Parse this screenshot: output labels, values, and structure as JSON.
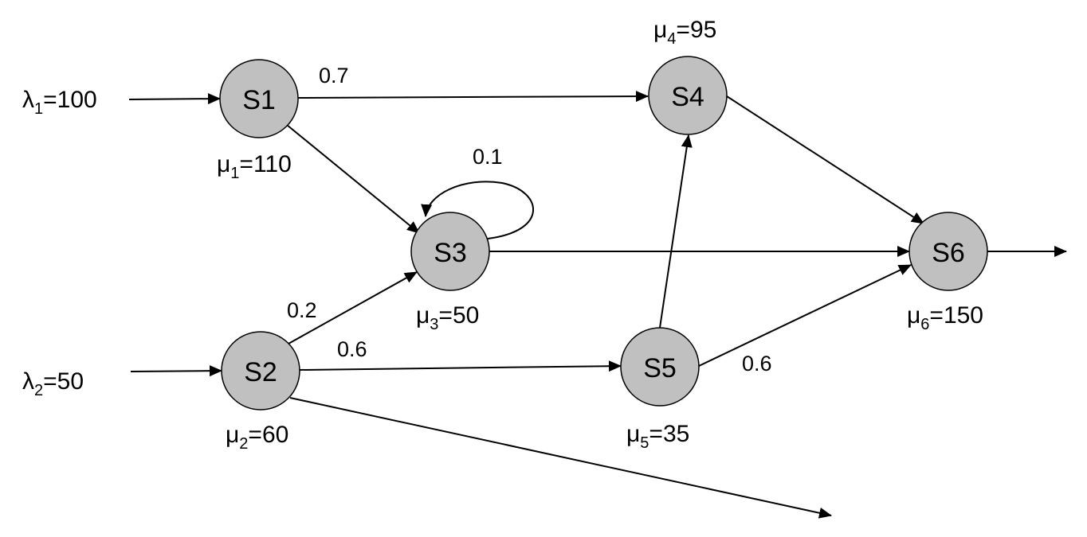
{
  "diagram": {
    "title": "Queueing network",
    "nodes": [
      {
        "id": "S1",
        "label": "S1",
        "service_symbol": "μ",
        "service_index": "1",
        "service_value": "=110"
      },
      {
        "id": "S2",
        "label": "S2",
        "service_symbol": "μ",
        "service_index": "2",
        "service_value": "=60"
      },
      {
        "id": "S3",
        "label": "S3",
        "service_symbol": "μ",
        "service_index": "3",
        "service_value": "=50"
      },
      {
        "id": "S4",
        "label": "S4",
        "service_symbol": "μ",
        "service_index": "4",
        "service_value": "=95"
      },
      {
        "id": "S5",
        "label": "S5",
        "service_symbol": "μ",
        "service_index": "5",
        "service_value": "=35"
      },
      {
        "id": "S6",
        "label": "S6",
        "service_symbol": "μ",
        "service_index": "6",
        "service_value": "=150"
      }
    ],
    "arrivals": [
      {
        "to": "S1",
        "symbol": "λ",
        "index": "1",
        "value": "=100"
      },
      {
        "to": "S2",
        "symbol": "λ",
        "index": "2",
        "value": "=50"
      }
    ],
    "edges": [
      {
        "from": "S1",
        "to": "S4",
        "label": "0.7"
      },
      {
        "from": "S1",
        "to": "S3",
        "label": ""
      },
      {
        "from": "S3",
        "to": "S3",
        "label": "0.1"
      },
      {
        "from": "S3",
        "to": "S6",
        "label": ""
      },
      {
        "from": "S2",
        "to": "S3",
        "label": "0.2"
      },
      {
        "from": "S2",
        "to": "S5",
        "label": "0.6"
      },
      {
        "from": "S2",
        "to": "exit",
        "label": ""
      },
      {
        "from": "S5",
        "to": "S4",
        "label": ""
      },
      {
        "from": "S5",
        "to": "S6",
        "label": "0.6"
      },
      {
        "from": "S4",
        "to": "S6",
        "label": ""
      },
      {
        "from": "S6",
        "to": "exit",
        "label": ""
      }
    ],
    "colors": {
      "node_fill": "#c0c0c0",
      "stroke": "#000000"
    }
  }
}
